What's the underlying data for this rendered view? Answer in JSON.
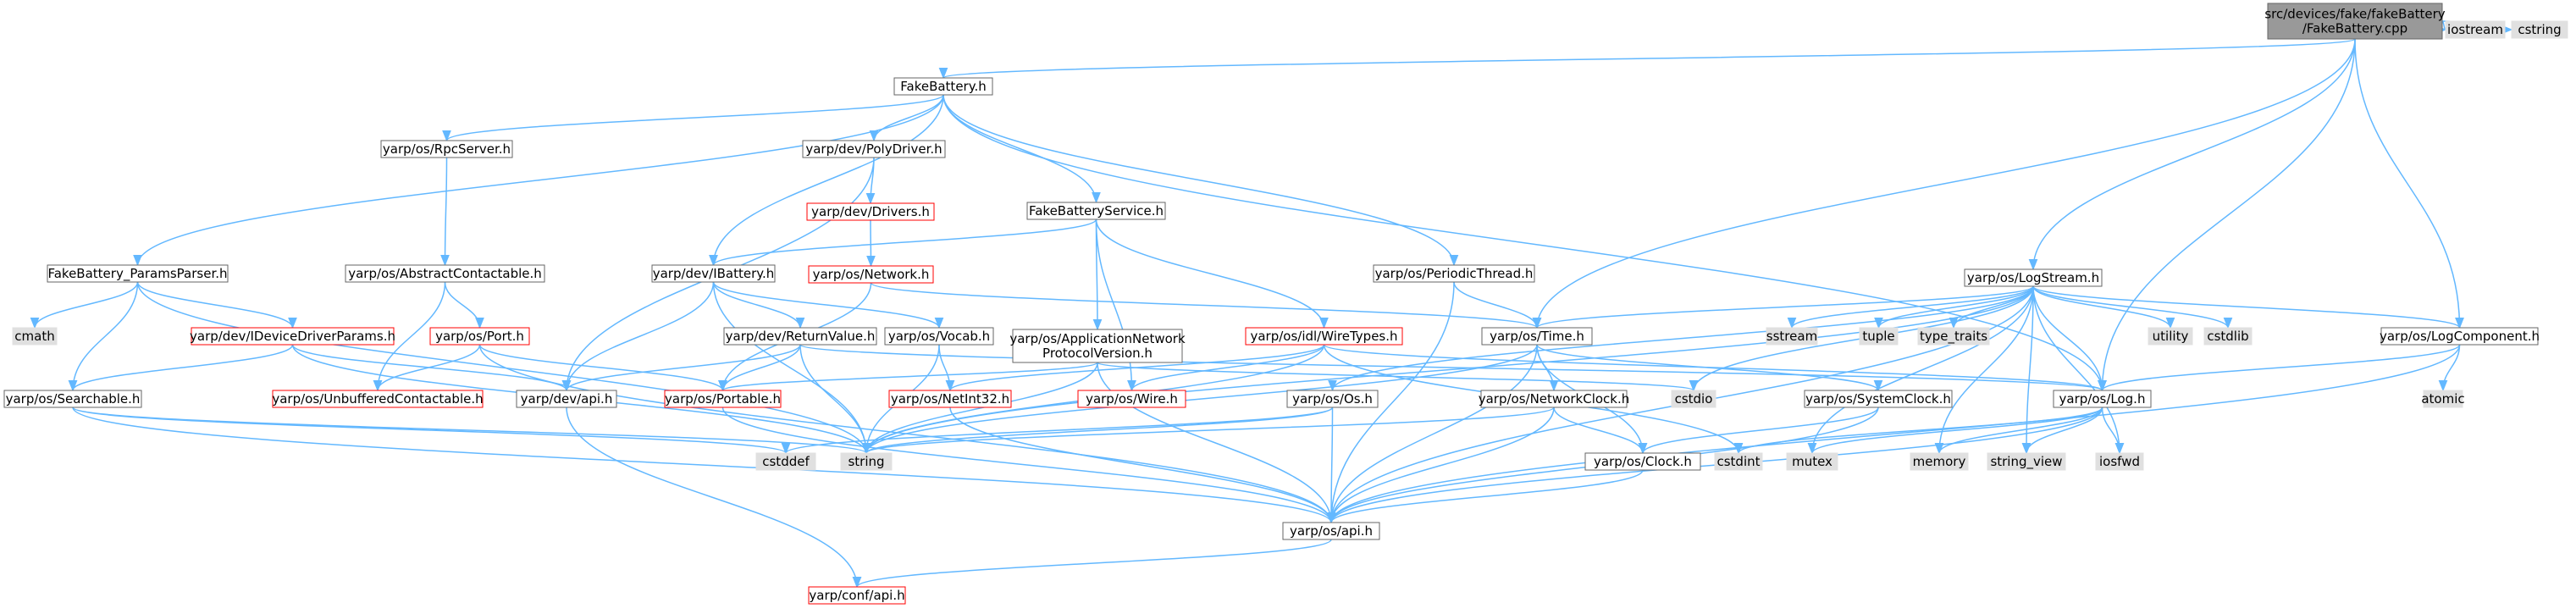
{
  "nodes": [
    {
      "id": "root",
      "label": [
        "src/devices/fake/fakeBattery",
        "/FakeBattery.cpp"
      ],
      "kind": "root"
    },
    {
      "id": "iostream",
      "label": [
        "iostream"
      ],
      "kind": "system"
    },
    {
      "id": "cstring",
      "label": [
        "cstring"
      ],
      "kind": "system"
    },
    {
      "id": "fakebattery_h",
      "label": [
        "FakeBattery.h"
      ],
      "kind": "normal"
    },
    {
      "id": "rpcserver",
      "label": [
        "yarp/os/RpcServer.h"
      ],
      "kind": "normal"
    },
    {
      "id": "polydriver",
      "label": [
        "yarp/dev/PolyDriver.h"
      ],
      "kind": "normal"
    },
    {
      "id": "drivers",
      "label": [
        "yarp/dev/Drivers.h"
      ],
      "kind": "missing"
    },
    {
      "id": "network",
      "label": [
        "yarp/os/Network.h"
      ],
      "kind": "missing"
    },
    {
      "id": "fbservice",
      "label": [
        "FakeBatteryService.h"
      ],
      "kind": "normal"
    },
    {
      "id": "paramsparser",
      "label": [
        "FakeBattery_ParamsParser.h"
      ],
      "kind": "normal"
    },
    {
      "id": "abscontact",
      "label": [
        "yarp/os/AbstractContactable.h"
      ],
      "kind": "normal"
    },
    {
      "id": "ibattery",
      "label": [
        "yarp/dev/IBattery.h"
      ],
      "kind": "normal"
    },
    {
      "id": "periodic",
      "label": [
        "yarp/os/PeriodicThread.h"
      ],
      "kind": "normal"
    },
    {
      "id": "logstream",
      "label": [
        "yarp/os/LogStream.h"
      ],
      "kind": "normal"
    },
    {
      "id": "cmath",
      "label": [
        "cmath"
      ],
      "kind": "system"
    },
    {
      "id": "idevparams",
      "label": [
        "yarp/dev/IDeviceDriverParams.h"
      ],
      "kind": "missing"
    },
    {
      "id": "port",
      "label": [
        "yarp/os/Port.h"
      ],
      "kind": "missing"
    },
    {
      "id": "retval",
      "label": [
        "yarp/dev/ReturnValue.h"
      ],
      "kind": "normal"
    },
    {
      "id": "vocab",
      "label": [
        "yarp/os/Vocab.h"
      ],
      "kind": "normal"
    },
    {
      "id": "appnet",
      "label": [
        "yarp/os/ApplicationNetwork",
        "ProtocolVersion.h"
      ],
      "kind": "normal"
    },
    {
      "id": "wiretypes",
      "label": [
        "yarp/os/idl/WireTypes.h"
      ],
      "kind": "missing"
    },
    {
      "id": "timeh",
      "label": [
        "yarp/os/Time.h"
      ],
      "kind": "normal"
    },
    {
      "id": "sstream",
      "label": [
        "sstream"
      ],
      "kind": "system"
    },
    {
      "id": "tuple",
      "label": [
        "tuple"
      ],
      "kind": "system"
    },
    {
      "id": "typetraits",
      "label": [
        "type_traits"
      ],
      "kind": "system"
    },
    {
      "id": "utility",
      "label": [
        "utility"
      ],
      "kind": "system"
    },
    {
      "id": "cstdlib",
      "label": [
        "cstdlib"
      ],
      "kind": "system"
    },
    {
      "id": "logcomp",
      "label": [
        "yarp/os/LogComponent.h"
      ],
      "kind": "normal"
    },
    {
      "id": "atomic",
      "label": [
        "atomic"
      ],
      "kind": "system"
    },
    {
      "id": "searchable",
      "label": [
        "yarp/os/Searchable.h"
      ],
      "kind": "normal"
    },
    {
      "id": "unbuffered",
      "label": [
        "yarp/os/UnbufferedContactable.h"
      ],
      "kind": "missing"
    },
    {
      "id": "devapi",
      "label": [
        "yarp/dev/api.h"
      ],
      "kind": "normal"
    },
    {
      "id": "portable",
      "label": [
        "yarp/os/Portable.h"
      ],
      "kind": "missing"
    },
    {
      "id": "netint32",
      "label": [
        "yarp/os/NetInt32.h"
      ],
      "kind": "missing"
    },
    {
      "id": "wire",
      "label": [
        "yarp/os/Wire.h"
      ],
      "kind": "missing"
    },
    {
      "id": "os",
      "label": [
        "yarp/os/Os.h"
      ],
      "kind": "normal"
    },
    {
      "id": "netclock",
      "label": [
        "yarp/os/NetworkClock.h"
      ],
      "kind": "normal"
    },
    {
      "id": "cstdio",
      "label": [
        "cstdio"
      ],
      "kind": "system"
    },
    {
      "id": "sysclock",
      "label": [
        "yarp/os/SystemClock.h"
      ],
      "kind": "normal"
    },
    {
      "id": "logh",
      "label": [
        "yarp/os/Log.h"
      ],
      "kind": "normal"
    },
    {
      "id": "cstddef",
      "label": [
        "cstddef"
      ],
      "kind": "system"
    },
    {
      "id": "string",
      "label": [
        "string"
      ],
      "kind": "system"
    },
    {
      "id": "clock",
      "label": [
        "yarp/os/Clock.h"
      ],
      "kind": "normal"
    },
    {
      "id": "cstdint",
      "label": [
        "cstdint"
      ],
      "kind": "system"
    },
    {
      "id": "mutex",
      "label": [
        "mutex"
      ],
      "kind": "system"
    },
    {
      "id": "memory",
      "label": [
        "memory"
      ],
      "kind": "system"
    },
    {
      "id": "stringview",
      "label": [
        "string_view"
      ],
      "kind": "system"
    },
    {
      "id": "iosfwd",
      "label": [
        "iosfwd"
      ],
      "kind": "system"
    },
    {
      "id": "osapi",
      "label": [
        "yarp/os/api.h"
      ],
      "kind": "normal"
    },
    {
      "id": "confapi",
      "label": [
        "yarp/conf/api.h"
      ],
      "kind": "missing"
    }
  ],
  "edges": [
    [
      "root",
      "fakebattery_h"
    ],
    [
      "root",
      "iostream"
    ],
    [
      "root",
      "cstring"
    ],
    [
      "root",
      "logstream"
    ],
    [
      "root",
      "logcomp"
    ],
    [
      "root",
      "logh"
    ],
    [
      "root",
      "timeh"
    ],
    [
      "fakebattery_h",
      "rpcserver"
    ],
    [
      "fakebattery_h",
      "polydriver"
    ],
    [
      "fakebattery_h",
      "fbservice"
    ],
    [
      "fakebattery_h",
      "paramsparser"
    ],
    [
      "fakebattery_h",
      "ibattery"
    ],
    [
      "fakebattery_h",
      "periodic"
    ],
    [
      "fakebattery_h",
      "logh"
    ],
    [
      "rpcserver",
      "abscontact"
    ],
    [
      "polydriver",
      "drivers"
    ],
    [
      "polydriver",
      "devapi"
    ],
    [
      "drivers",
      "network"
    ],
    [
      "network",
      "portable"
    ],
    [
      "network",
      "timeh"
    ],
    [
      "fbservice",
      "ibattery"
    ],
    [
      "fbservice",
      "appnet"
    ],
    [
      "fbservice",
      "wiretypes"
    ],
    [
      "fbservice",
      "wire"
    ],
    [
      "paramsparser",
      "cmath"
    ],
    [
      "paramsparser",
      "idevparams"
    ],
    [
      "paramsparser",
      "searchable"
    ],
    [
      "paramsparser",
      "string"
    ],
    [
      "abscontact",
      "port"
    ],
    [
      "abscontact",
      "unbuffered"
    ],
    [
      "ibattery",
      "retval"
    ],
    [
      "ibattery",
      "vocab"
    ],
    [
      "ibattery",
      "devapi"
    ],
    [
      "ibattery",
      "string"
    ],
    [
      "periodic",
      "timeh"
    ],
    [
      "periodic",
      "osapi"
    ],
    [
      "logstream",
      "timeh"
    ],
    [
      "logstream",
      "sstream"
    ],
    [
      "logstream",
      "tuple"
    ],
    [
      "logstream",
      "typetraits"
    ],
    [
      "logstream",
      "utility"
    ],
    [
      "logstream",
      "cstdlib"
    ],
    [
      "logstream",
      "logcomp"
    ],
    [
      "logstream",
      "logh"
    ],
    [
      "logstream",
      "os"
    ],
    [
      "logstream",
      "string"
    ],
    [
      "logstream",
      "cstdio"
    ],
    [
      "logstream",
      "mutex"
    ],
    [
      "logstream",
      "iosfwd"
    ],
    [
      "logstream",
      "memory"
    ],
    [
      "logstream",
      "stringview"
    ],
    [
      "logstream",
      "osapi"
    ],
    [
      "logcomp",
      "logh"
    ],
    [
      "logcomp",
      "atomic"
    ],
    [
      "logcomp",
      "osapi"
    ],
    [
      "idevparams",
      "searchable"
    ],
    [
      "idevparams",
      "devapi"
    ],
    [
      "idevparams",
      "string"
    ],
    [
      "port",
      "unbuffered"
    ],
    [
      "port",
      "portable"
    ],
    [
      "port",
      "osapi"
    ],
    [
      "retval",
      "devapi"
    ],
    [
      "retval",
      "portable"
    ],
    [
      "retval",
      "string"
    ],
    [
      "retval",
      "logh"
    ],
    [
      "vocab",
      "netint32"
    ],
    [
      "vocab",
      "string"
    ],
    [
      "appnet",
      "portable"
    ],
    [
      "appnet",
      "osapi"
    ],
    [
      "appnet",
      "string"
    ],
    [
      "appnet",
      "cstdio"
    ],
    [
      "wiretypes",
      "wire"
    ],
    [
      "wiretypes",
      "netint32"
    ],
    [
      "wiretypes",
      "string"
    ],
    [
      "wiretypes",
      "cstdint"
    ],
    [
      "wiretypes",
      "logh"
    ],
    [
      "timeh",
      "netclock"
    ],
    [
      "timeh",
      "sysclock"
    ],
    [
      "timeh",
      "osapi"
    ],
    [
      "timeh",
      "string"
    ],
    [
      "timeh",
      "clock"
    ],
    [
      "searchable",
      "string"
    ],
    [
      "searchable",
      "cstddef"
    ],
    [
      "searchable",
      "osapi"
    ],
    [
      "devapi",
      "confapi"
    ],
    [
      "portable",
      "osapi"
    ],
    [
      "netint32",
      "osapi"
    ],
    [
      "os",
      "cstddef"
    ],
    [
      "os",
      "string"
    ],
    [
      "os",
      "osapi"
    ],
    [
      "netclock",
      "clock"
    ],
    [
      "netclock",
      "osapi"
    ],
    [
      "netclock",
      "string"
    ],
    [
      "sysclock",
      "clock"
    ],
    [
      "sysclock",
      "osapi"
    ],
    [
      "logh",
      "mutex"
    ],
    [
      "logh",
      "memory"
    ],
    [
      "logh",
      "stringview"
    ],
    [
      "logh",
      "iosfwd"
    ],
    [
      "logh",
      "cstdint"
    ],
    [
      "logh",
      "osapi"
    ],
    [
      "clock",
      "osapi"
    ],
    [
      "osapi",
      "confapi"
    ]
  ]
}
